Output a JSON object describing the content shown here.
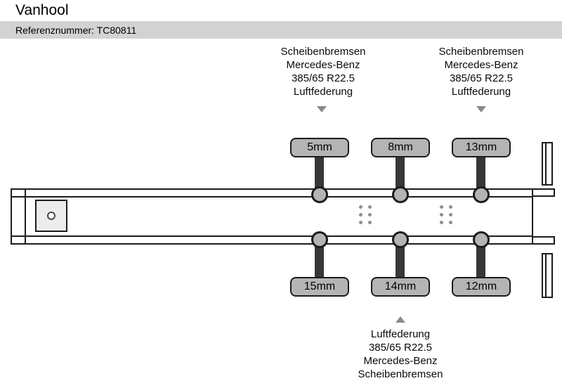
{
  "page": {
    "title": "Vanhool",
    "reference": "Referenznummer: TC80811"
  },
  "spec_blocks": {
    "top_left": [
      "Scheibenbremsen",
      "Mercedes-Benz",
      "385/65 R22.5",
      "Luftfederung"
    ],
    "top_right": [
      "Scheibenbremsen",
      "Mercedes-Benz",
      "385/65 R22.5",
      "Luftfederung"
    ],
    "bottom": [
      "Luftfederung",
      "385/65 R22.5",
      "Mercedes-Benz",
      "Scheibenbremsen"
    ]
  },
  "measurements": {
    "top_row": [
      "5mm",
      "8mm",
      "13mm"
    ],
    "bottom_row": [
      "15mm",
      "14mm",
      "12mm"
    ]
  },
  "colors": {
    "header_bar": "#d2d2d2",
    "box_fill": "#b4b4b4",
    "rod_fill": "#373737",
    "outline": "#1c1c1c",
    "pointer": "#8a8a8a"
  }
}
